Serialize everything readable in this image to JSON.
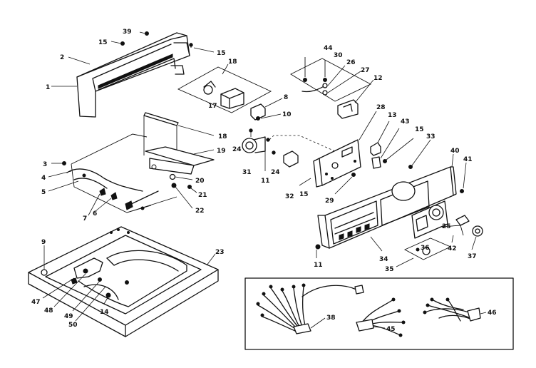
{
  "callouts": {
    "c39": "39",
    "c15a": "15",
    "c15b": "15",
    "c2": "2",
    "c1": "1",
    "c18a": "18",
    "c17": "17",
    "c18b": "18",
    "c19": "19",
    "c3": "3",
    "c4": "4",
    "c5": "5",
    "c7": "7",
    "c6": "6",
    "c20": "20",
    "c21": "21",
    "c22": "22",
    "c8": "8",
    "c10": "10",
    "c24a": "24",
    "c31": "31",
    "c11a": "11",
    "c24b": "24",
    "c32": "32",
    "c15c": "15",
    "c44": "44",
    "c30": "30",
    "c26": "26",
    "c27": "27",
    "c12": "12",
    "c28": "28",
    "c13": "13",
    "c43": "43",
    "c15d": "15",
    "c33": "33",
    "c29": "29",
    "c40": "40",
    "c41": "41",
    "c34": "34",
    "c11b": "11",
    "c35": "35",
    "c36": "36",
    "c25": "25",
    "c42": "42",
    "c37": "37",
    "c9": "9",
    "c23": "23",
    "c47": "47",
    "c48": "48",
    "c49": "49",
    "c50": "50",
    "c14": "14",
    "c38": "38",
    "c45": "45",
    "c46": "46"
  }
}
